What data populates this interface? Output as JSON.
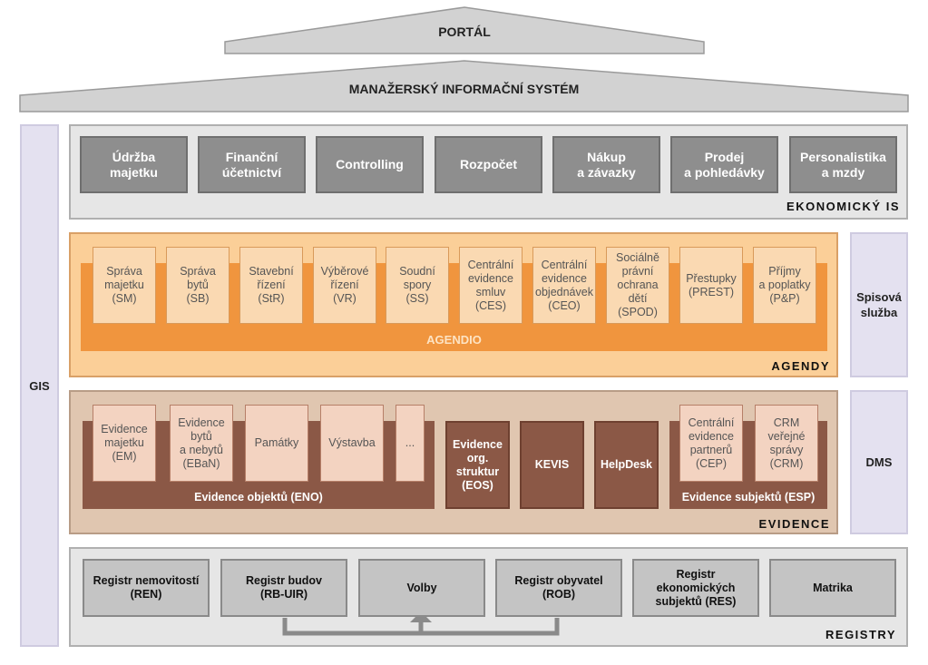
{
  "portal": {
    "label": "PORTÁL"
  },
  "mis": {
    "label": "MANAŽERSKÝ INFORMAČNÍ SYSTÉM"
  },
  "gis": {
    "label": "GIS"
  },
  "economic": {
    "title": "EKONOMICKÝ IS",
    "modules": [
      "Údržba\nmajetku",
      "Finanční\núčetnictví",
      "Controlling",
      "Rozpočet",
      "Nákup\na závazky",
      "Prodej\na pohledávky",
      "Personalistika\na mzdy"
    ]
  },
  "agendas": {
    "title": "AGENDY",
    "platform": "AGENDIO",
    "modules": [
      "Správa\nmajetku\n(SM)",
      "Správa\nbytů\n(SB)",
      "Stavební\nřízení\n(StR)",
      "Výběrové\nřízení\n(VR)",
      "Soudní\nspory\n(SS)",
      "Centrální\nevidence\nsmluv\n(CES)",
      "Centrální\nevidence\nobjednávek\n(CEO)",
      "Sociálně\nprávní\nochrana dětí\n(SPOD)",
      "Přestupky\n(PREST)",
      "Příjmy\na poplatky\n(P&P)"
    ],
    "side": "Spisová\nslužba"
  },
  "evidence": {
    "title": "EVIDENCE",
    "eno_label": "Evidence objektů (ENO)",
    "eno_modules": [
      "Evidence\nmajetku\n(EM)",
      "Evidence\nbytů\na nebytů\n(EBaN)",
      "Památky",
      "Výstavba",
      "..."
    ],
    "eos": "Evidence\norg.\nstruktur\n(EOS)",
    "kevis": "KEVIS",
    "helpdesk": "HelpDesk",
    "esp_label": "Evidence subjektů (ESP)",
    "esp_modules": [
      "Centrální\nevidence\npartnerů\n(CEP)",
      "CRM\nveřejné\nsprávy\n(CRM)"
    ],
    "side": "DMS"
  },
  "registry": {
    "title": "REGISTRY",
    "modules": [
      "Registr nemovitostí\n(REN)",
      "Registr budov\n(RB-UIR)",
      "Volby",
      "Registr obyvatel\n(ROB)",
      "Registr\nekonomických\nsubjektů (RES)",
      "Matrika"
    ]
  },
  "colors": {
    "eco_module": "#8e8e8e",
    "agenda_bg": "#fbcf98",
    "agendio": "#f0953e",
    "evidence_bg": "#e0c6b0",
    "evidence_dark": "#8b5846",
    "registry_module": "#c4c4c4",
    "side_panel": "#e4e1f0"
  }
}
